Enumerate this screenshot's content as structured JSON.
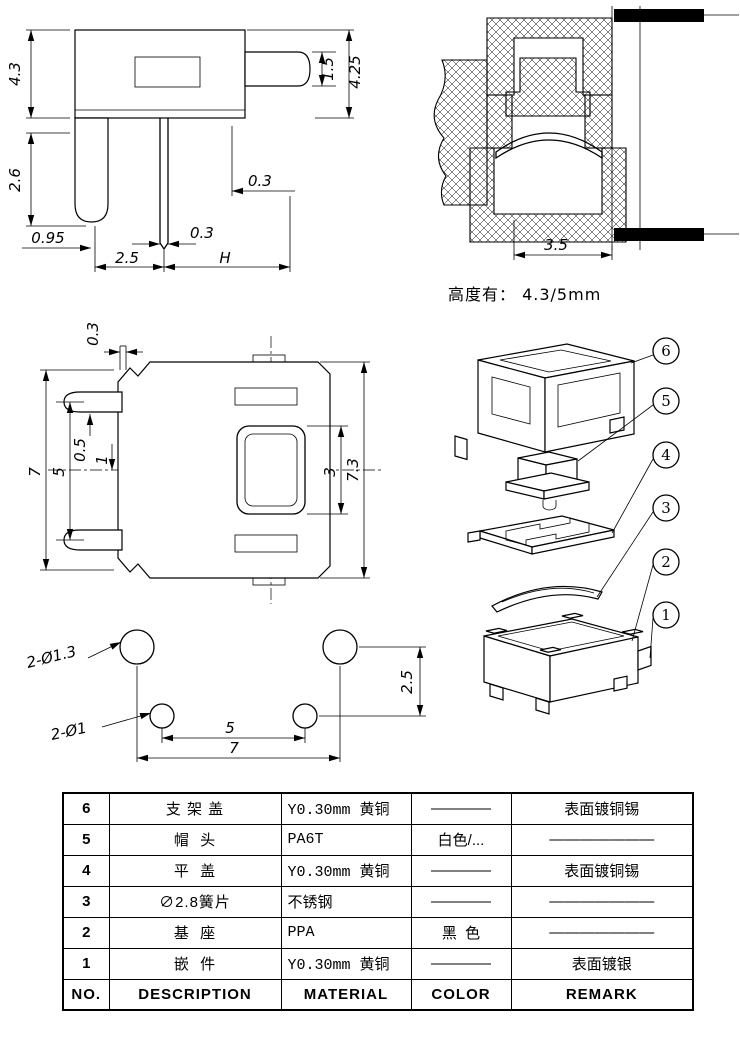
{
  "side_view": {
    "height_total": "4.3",
    "height_lower": "2.6",
    "peg_offset": "0.95",
    "pitch": "2.5",
    "height_var": "H",
    "plunger_h": "1.5",
    "right_height": "4.25",
    "pin_gap": "0.3",
    "pin_width": "0.3"
  },
  "section_view": {
    "width": "3.5",
    "height_note": "高度有： 4.3/5mm"
  },
  "top_view": {
    "tab_width": "0.3",
    "pin_edge": "0.5",
    "center_offset": "1",
    "pin_pitch": "5",
    "body_width": "7",
    "button_width": "3",
    "body_length": "7.3"
  },
  "footprint_view": {
    "hole_large": "2-Ø1.3",
    "hole_small": "2-Ø1",
    "pitch_small": "5",
    "pitch_large": "7",
    "row_gap": "2.5"
  },
  "exploded_view": {
    "callouts": [
      "6",
      "5",
      "4",
      "3",
      "2",
      "1"
    ]
  },
  "table": {
    "headers": {
      "no": "NO.",
      "description": "DESCRIPTION",
      "material": "MATERIAL",
      "color": "COLOR",
      "remark": "REMARK"
    },
    "rows": [
      {
        "no": "6",
        "description": "支 架 盖",
        "material": "Y0.30mm 黄铜",
        "color": "————",
        "remark": "表面镀铜锡"
      },
      {
        "no": "5",
        "description": "帽  头",
        "material": "PA6T",
        "color": "白色/...",
        "remark": "———————"
      },
      {
        "no": "4",
        "description": "平  盖",
        "material": "Y0.30mm 黄铜",
        "color": "————",
        "remark": "表面镀铜锡"
      },
      {
        "no": "3",
        "description": "∅2.8簧片",
        "material": "不锈钢",
        "color": "————",
        "remark": "———————"
      },
      {
        "no": "2",
        "description": "基  座",
        "material": "PPA",
        "color": "黑  色",
        "remark": "———————"
      },
      {
        "no": "1",
        "description": "嵌  件",
        "material": "Y0.30mm 黄铜",
        "color": "————",
        "remark": "表面镀银"
      }
    ]
  }
}
